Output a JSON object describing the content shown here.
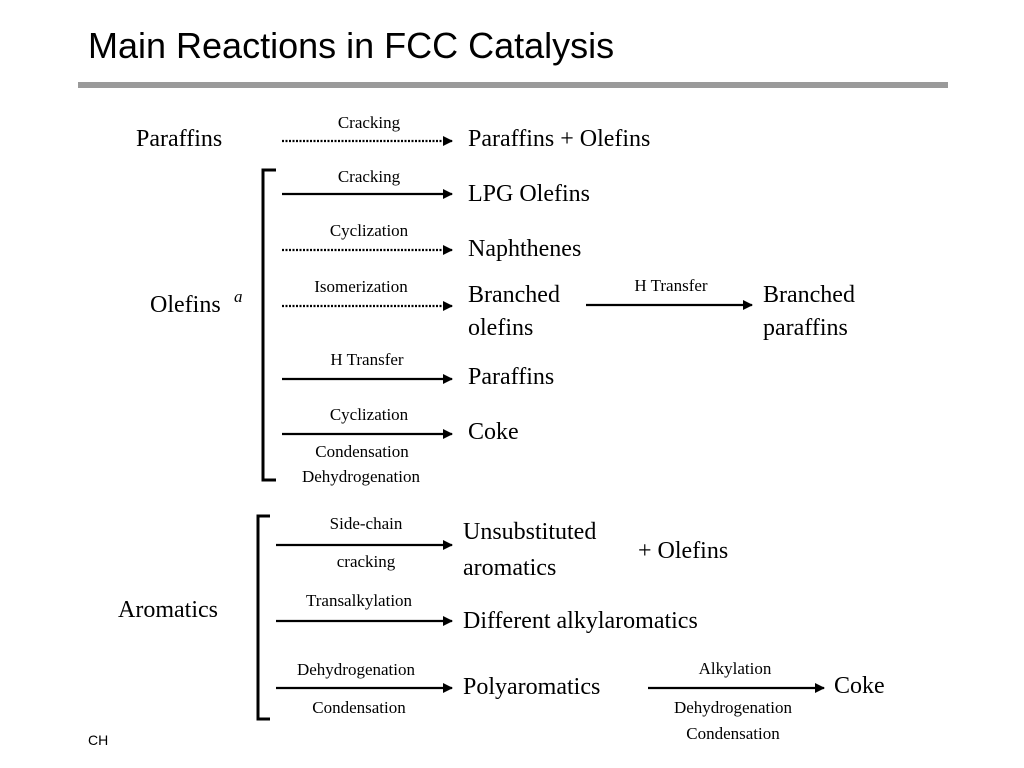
{
  "slide": {
    "title": "Main Reactions in FCC Catalysis",
    "footer": "CH"
  },
  "diagram": {
    "paraffins": {
      "reactant": "Paraffins",
      "reaction": "Cracking",
      "product": "Paraffins + Olefins"
    },
    "olefins": {
      "reactant": "Olefins",
      "superscript": "a",
      "rows": [
        {
          "reaction": "Cracking",
          "product": "LPG Olefins"
        },
        {
          "reaction": "Cyclization",
          "product": "Naphthenes"
        },
        {
          "reaction": "Isomerization",
          "product_line1": "Branched",
          "product_line2": "olefins",
          "next_reaction": "H Transfer",
          "next_product_line1": "Branched",
          "next_product_line2": "paraffins"
        },
        {
          "reaction": "H Transfer",
          "product": "Paraffins"
        },
        {
          "reaction_above": "Cyclization",
          "reaction_below1": "Condensation",
          "reaction_below2": "Dehydrogenation",
          "product": "Coke"
        }
      ]
    },
    "aromatics": {
      "reactant": "Aromatics",
      "rows": [
        {
          "reaction_above": "Side-chain",
          "reaction_below": "cracking",
          "product_line1": "Unsubstituted",
          "product_line2": "aromatics",
          "co_product": "+ Olefins"
        },
        {
          "reaction": "Transalkylation",
          "product": "Different alkylaromatics"
        },
        {
          "reaction_above": "Dehydrogenation",
          "reaction_below": "Condensation",
          "product": "Polyaromatics",
          "next_reaction_above": "Alkylation",
          "next_reaction_below1": "Dehydrogenation",
          "next_reaction_below2": "Condensation",
          "next_product": "Coke"
        }
      ]
    }
  }
}
